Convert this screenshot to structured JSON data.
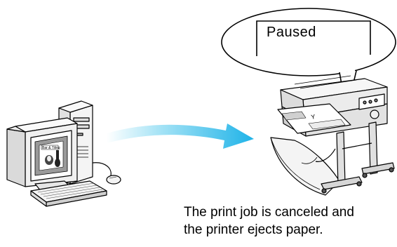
{
  "status_bubble": {
    "text": "Paused"
  },
  "caption": {
    "line1": "The print job is canceled and",
    "line2": "the printer ejects paper."
  },
  "computer": {
    "screen_label": "Bar & Tiling"
  },
  "colors": {
    "arrow_start": "#ffffff",
    "arrow_end": "#1fb3e8",
    "outline": "#000000"
  }
}
